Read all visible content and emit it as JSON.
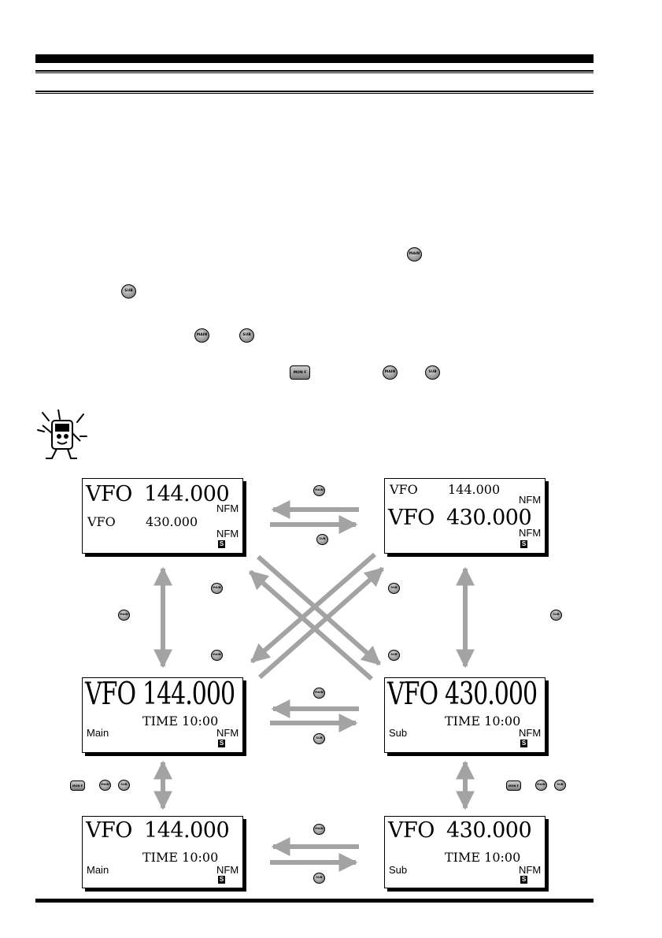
{
  "keys": {
    "main": "MAIN",
    "sub": "SUB",
    "mon_f": "MON F"
  },
  "screens": {
    "top_left": {
      "line1_mode": "VFO",
      "line1_freq": "144.000",
      "line1_mod": "NFM",
      "line2_mode": "VFO",
      "line2_freq": "430.000",
      "line2_mod": "NFM",
      "badge": "S"
    },
    "top_right": {
      "line1_mode": "VFO",
      "line1_freq": "144.000",
      "line1_mod": "NFM",
      "line2_mode": "VFO",
      "line2_freq": "430.000",
      "line2_mod": "NFM",
      "badge": "S"
    },
    "mid_left": {
      "mode": "VFO",
      "freq": "144.000",
      "time": "TIME 10:00",
      "band": "Main",
      "mod": "NFM",
      "badge": "S"
    },
    "mid_right": {
      "mode": "VFO",
      "freq": "430.000",
      "time": "TIME 10:00",
      "band": "Sub",
      "mod": "NFM",
      "badge": "S"
    },
    "bot_left": {
      "mode": "VFO",
      "freq": "144.000",
      "time": "TIME 10:00",
      "band": "Main",
      "mod": "NFM",
      "badge": "S"
    },
    "bot_right": {
      "mode": "VFO",
      "freq": "430.000",
      "time": "TIME 10:00",
      "band": "Sub",
      "mod": "NFM",
      "badge": "S"
    }
  },
  "colors": {
    "arrow": "#a3a3a3",
    "ink": "#000000"
  }
}
